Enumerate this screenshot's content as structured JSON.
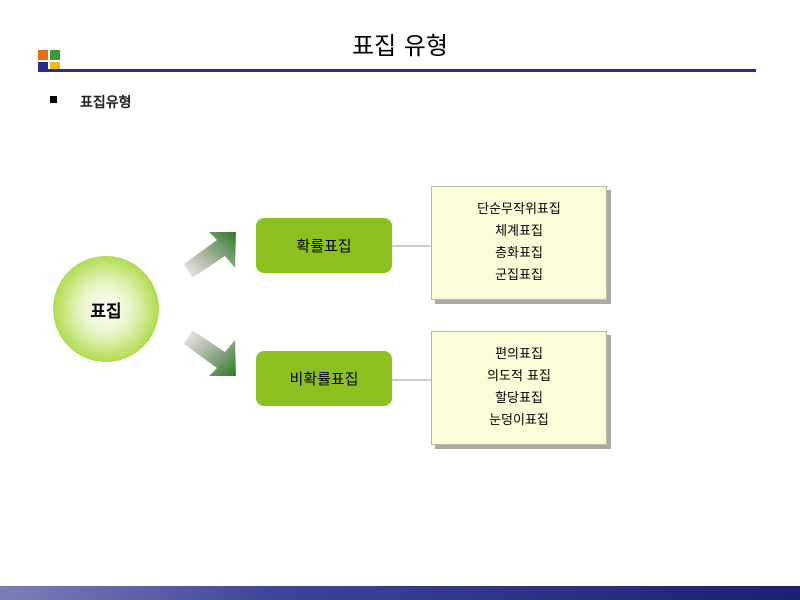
{
  "slide": {
    "title": "표집 유형",
    "bullet": "표집유형"
  },
  "diagram": {
    "root": "표집",
    "branches": [
      {
        "label": "확률표집",
        "items": [
          "단순무작위표집",
          "체계표집",
          "층화표집",
          "군집표집"
        ]
      },
      {
        "label": "비확률표집",
        "items": [
          "편의표집",
          "의도적 표집",
          "할당표집",
          "눈덩이표집"
        ]
      }
    ]
  },
  "colors": {
    "accent_green": "#8cc11f",
    "note_fill": "#fdfcd8",
    "title_rule": "#2b2e86"
  }
}
